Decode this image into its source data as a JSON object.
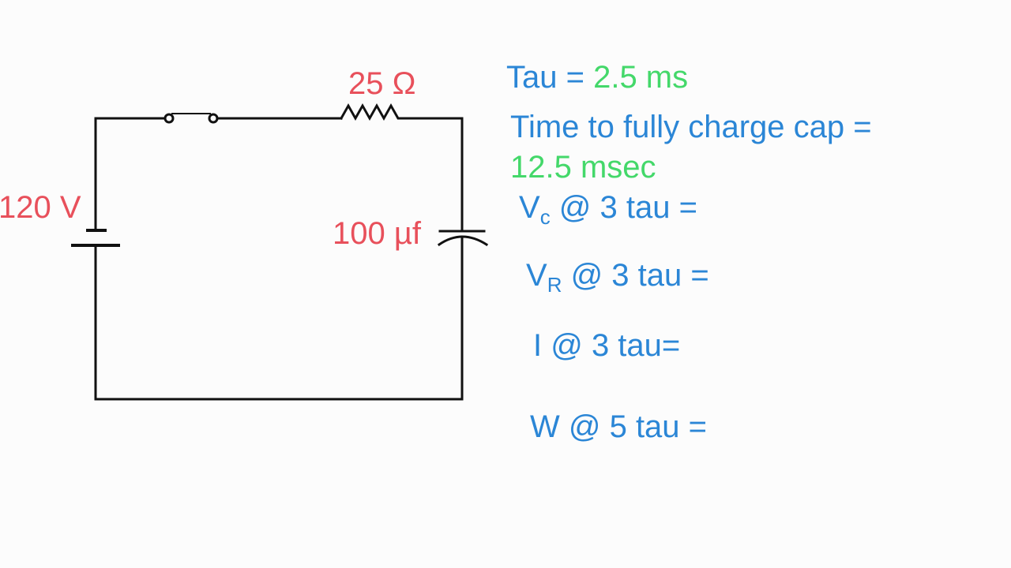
{
  "colors": {
    "component_labels": "#e8505b",
    "questions": "#2b86d6",
    "answers": "#44d86a",
    "wire": "#111111"
  },
  "circuit": {
    "source_label": "120 V",
    "resistor_label": "25 Ω",
    "capacitor_label": "100 µf",
    "components": [
      "battery",
      "switch",
      "resistor",
      "capacitor"
    ]
  },
  "notes": {
    "tau": {
      "prefix": "Tau = ",
      "value": "2.5 ms"
    },
    "full_charge": {
      "prefix": "Time to fully charge cap =",
      "value": "12.5 msec"
    },
    "vc": {
      "symbol": "V",
      "subscript": "c",
      "text": " @ 3 tau ="
    },
    "vr": {
      "symbol": "V",
      "subscript": "R",
      "text": " @ 3 tau ="
    },
    "current": {
      "text": "I @ 3 tau="
    },
    "energy": {
      "text": "W @ 5 tau ="
    }
  }
}
